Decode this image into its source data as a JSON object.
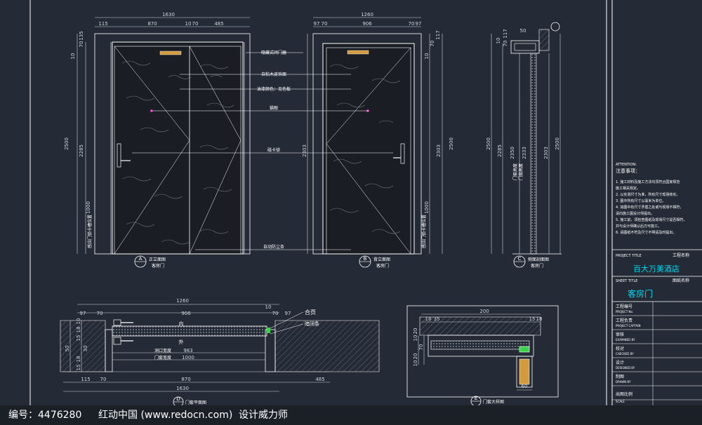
{
  "elevations": {
    "a": {
      "dims_top": [
        "1630",
        "115",
        "870",
        "10",
        "70",
        "485"
      ],
      "dims_side": [
        "10",
        "70",
        "135",
        "2500",
        "2285",
        "1000"
      ],
      "vertical_note": "感应门锁卡槽位置",
      "tag_letter": "A",
      "tag_title": "正立面图",
      "tag_sub": "客房门"
    },
    "b": {
      "dims_top": [
        "1260",
        "97",
        "70",
        "906",
        "70",
        "97"
      ],
      "dims_side_left": [
        "2303"
      ],
      "dims_side_right": [
        "70",
        "117",
        "10",
        "1000",
        "2303",
        "2500"
      ],
      "vertical_note": "感应门锁卡槽位置",
      "tag_letter": "B",
      "tag_title": "背立面图",
      "tag_sub": "客房门"
    },
    "c": {
      "dims_top": [
        "50"
      ],
      "dims_side": [
        "10",
        "70",
        "117",
        "2500",
        "2285",
        "2350",
        "2333",
        "2303",
        "2500"
      ],
      "vertical_notes": [
        "门套高度",
        "门扇高度"
      ],
      "tag_letter": "C",
      "tag_title": "侧面剖面图",
      "tag_sub": "客房门"
    },
    "callouts": [
      "隐藏式闭门器",
      "自粘木皮饰面",
      "油漆颜色：见色板",
      "猫眼",
      "磁卡锁",
      "自动防尘条"
    ]
  },
  "plan": {
    "dims_top": [
      "1260",
      "97",
      "70",
      "906",
      "10",
      "70",
      "97"
    ],
    "dims_left": [
      "10",
      "18",
      "15",
      "30",
      "50",
      "18",
      "15"
    ],
    "dims_inner": [
      "983",
      "1000"
    ],
    "dims_bottom": [
      "1630",
      "115",
      "70",
      "870",
      "485"
    ],
    "labels_inner": [
      "内",
      "外",
      "洞口宽度",
      "门套宽度"
    ],
    "callouts": [
      "合页",
      "暗闭条"
    ],
    "tag_letter": "D",
    "tag_title": "门套平面图"
  },
  "detail": {
    "dims": [
      "200",
      "18",
      "35",
      "15",
      "18",
      "20",
      "10",
      "70",
      "20",
      "10",
      "60"
    ],
    "tag_letter": "E",
    "tag_title": "门套大样图"
  },
  "title_block": {
    "attention_en": "ATTENTION:",
    "attention_cn": "注意事项：",
    "notes": [
      "1. 施工材料及施工方法均须符合国家规范",
      "   施工相关规定。",
      "2. 以实测尺寸为准，所有尺寸现场核实。",
      "3. 图中所有尺寸以毫米为单位。",
      "4. 如图中有尺寸矛盾之处或与现场不相符，",
      "   请向施工图设计师提出。",
      "5. 施工前，须检查图纸及现场尺寸是否相符，",
      "   并与设计师确认后方可施工。",
      "6. 请图纸不符及尺寸不明请及时提出。"
    ],
    "project_title_en": "PROJECT TITLE",
    "project_title_cn": "工程名称",
    "project_name": "百大万美酒店",
    "sheet_title_en": "SHEET TITLE",
    "sheet_title_cn": "图纸名称",
    "sheet_name": "客房门",
    "rows": [
      {
        "cn": "工程编号",
        "en": "PROJECT No."
      },
      {
        "cn": "工程负责",
        "en": "PROJECT CAPTAIN"
      },
      {
        "cn": "审核",
        "en": "EXAMINED BY"
      },
      {
        "cn": "校对",
        "en": "CHECKED BY"
      },
      {
        "cn": "设计",
        "en": "DESIGNED BY"
      },
      {
        "cn": "制图",
        "en": "DRAWN BY"
      },
      {
        "cn": "出图比例",
        "en": "SCALE"
      }
    ]
  },
  "footer": {
    "id_label": "编号：4476280",
    "site": "红动中国 (www.redocn.com)",
    "author": "设计威力师"
  },
  "colors": {
    "background": "#252b36",
    "linework": "#ffffff",
    "door_panel": "#1a1d24",
    "dimension": "#cfd6dc",
    "hatch": "#8a9098",
    "accent_green": "#3cd24a",
    "accent_orange": "#d49b3d",
    "marker_magenta": "#ff4fd8"
  }
}
